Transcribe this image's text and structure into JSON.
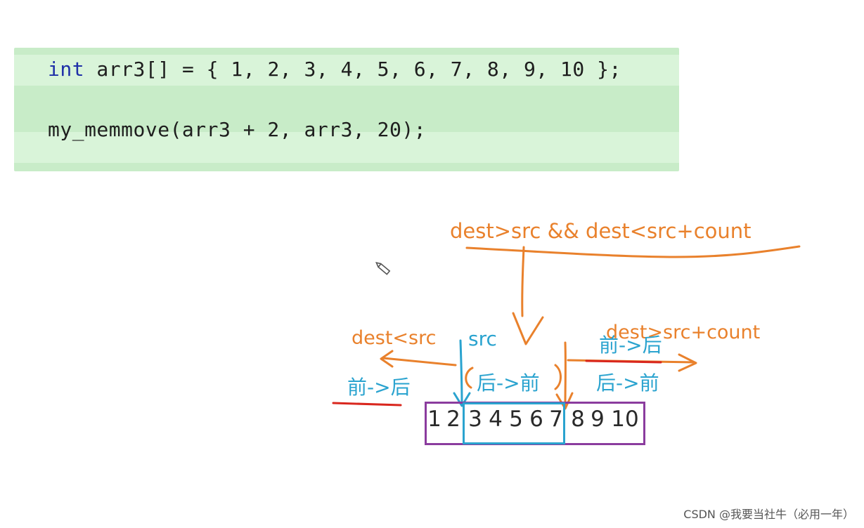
{
  "code": {
    "line1_keyword": "int",
    "line1_rest": " arr3[] = { 1, 2, 3, 4, 5, 6, 7, 8, 9, 10 };",
    "line2": "my_memmove(arr3 + 2, arr3, 20);"
  },
  "annotations": {
    "overlap_condition": "dest>src && dest<src+count",
    "left_condition": "dest<src",
    "right_condition": "dest>src+count",
    "src_label": "src",
    "left_direction": "前->后",
    "middle_direction": "后->前",
    "right_direction_top": "前->后",
    "right_direction_bottom": "后->前"
  },
  "array_cells": [
    "1",
    "2",
    "3",
    "4",
    "5",
    "6",
    "7",
    "8",
    "9",
    "10"
  ],
  "watermark": "CSDN @我要当社牛（必用一年）",
  "colors": {
    "orange": "#e9812c",
    "blue": "#2aa3cf",
    "purple": "#8b3c9e",
    "red": "#d9271e",
    "code_bg": "#c8ecc8",
    "keyword": "#1f2fa8"
  },
  "icons": [
    "pen-cursor-icon"
  ]
}
